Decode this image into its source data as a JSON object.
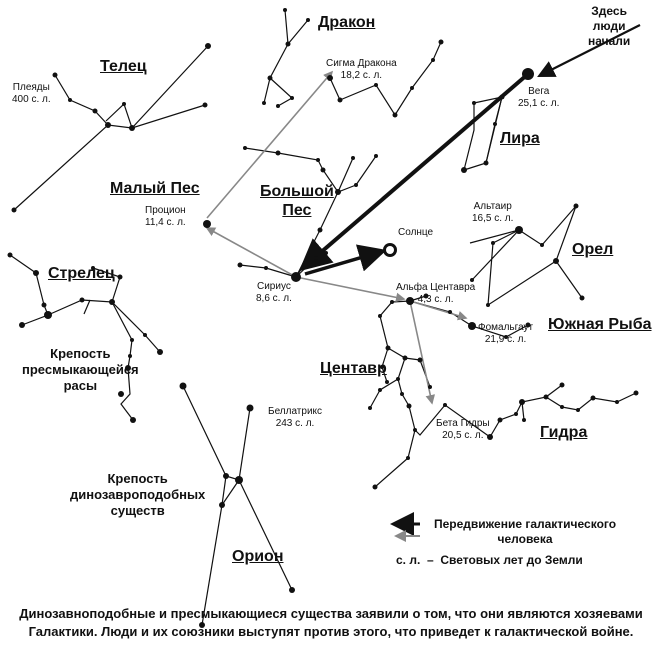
{
  "constellations": {
    "draco": "Дракон",
    "taurus": "Телец",
    "lyra": "Лира",
    "canis_minor": "Малый Пес",
    "canis_major_line1": "Большой",
    "canis_major_line2": "Пес",
    "sagittarius": "Стрелец",
    "aquila": "Орел",
    "piscis_austrinus": "Южная Рыба",
    "centaurus": "Центавр",
    "hydra": "Гидра",
    "orion": "Орион"
  },
  "stars": {
    "pleiades": {
      "name": "Плеяды",
      "distance": "400 с. л."
    },
    "sigma_draconis": {
      "name": "Сигма Дракона",
      "distance": "18,2 с. л."
    },
    "vega": {
      "name": "Вега",
      "distance": "25,1 с. л."
    },
    "procyon": {
      "name": "Процион",
      "distance": "11,4 с. л."
    },
    "sun": {
      "name": "Солнце"
    },
    "altair": {
      "name": "Альтаир",
      "distance": "16,5 с. л."
    },
    "sirius": {
      "name": "Сириус",
      "distance": "8,6 с. л."
    },
    "alpha_centauri": {
      "name": "Альфа Центавра",
      "distance": "4,3 с. л."
    },
    "fomalhaut": {
      "name": "Фомальгаут",
      "distance": "21,9 с. л."
    },
    "bellatrix": {
      "name": "Беллатрикс",
      "distance": "243 с. л."
    },
    "beta_hydri": {
      "name": "Бета Гидры",
      "distance": "20,5 с. л."
    }
  },
  "annotations": {
    "origin_line1": "Здесь",
    "origin_line2": "люди",
    "origin_line3": "начали",
    "reptile_fortress_line1": "Крепость",
    "reptile_fortress_line2": "пресмыкающейся",
    "reptile_fortress_line3": "расы",
    "dino_fortress_line1": "Крепость",
    "dino_fortress_line2": "динозавроподобных",
    "dino_fortress_line3": "существ"
  },
  "legend": {
    "movement_line1": "Передвижение галактического",
    "movement_line2": "человека",
    "abbr": "с. л.",
    "dash": "–",
    "abbr_meaning": "Световых лет до Земли"
  },
  "caption": {
    "line1": "Динозавноподобные и пресмыкающиеся существа заявили о том, что они являются хозяевами",
    "line2": "Галактики. Люди и их союзники выступят против этого, что приведет к галактической войне."
  }
}
